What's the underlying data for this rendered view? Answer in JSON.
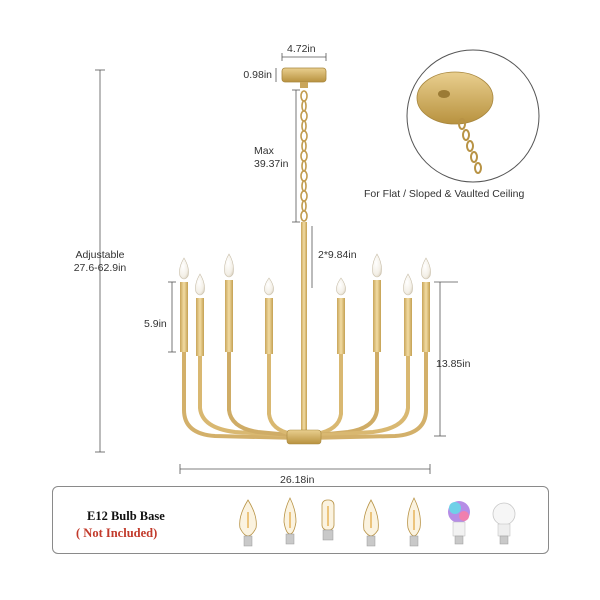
{
  "dimensions": {
    "canopy_width": "4.72in",
    "canopy_height": "0.98in",
    "chain_label_1": "Max",
    "chain_label_2": "39.37in",
    "downrod": "2*9.84in",
    "adjustable_label": "Adjustable",
    "adjustable_range": "27.6-62.9in",
    "candle_height": "5.9in",
    "body_height": "13.85in",
    "overall_width": "26.18in"
  },
  "inset": {
    "caption": "For Flat / Sloped & Vaulted Ceiling"
  },
  "bulb_base": {
    "title": "E12 Bulb Base",
    "note": "( Not Included)",
    "bulbs": [
      "candle-filament",
      "bent-tip-filament",
      "tubular-filament",
      "torpedo-filament",
      "flame-tip-filament",
      "rgb-smart-bulb",
      "globe-led-bulb"
    ]
  },
  "colors": {
    "gold": "#d9b871",
    "gold_dark": "#b89345",
    "note_red": "#c23a2b"
  }
}
